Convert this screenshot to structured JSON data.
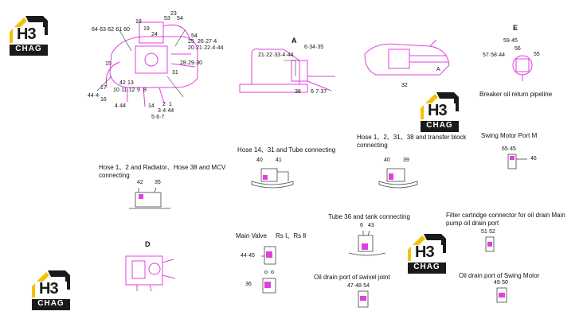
{
  "logo": {
    "top": "H3",
    "bottom": "CHAG"
  },
  "captions": {
    "breaker": "Breaker oil return pipeline",
    "hose1_2_31_38": "Hose 1、2、31、38 and transfer block connecting",
    "swing_motor_port_m": "Swing Motor Port M",
    "hose14_31": "Hose 14、31 and Tube connecting",
    "hose_radiator": "Hose 1、2 and Radiator、Hose 38 and MCV connecting",
    "tube36": "Tube 36 and tank connecting",
    "filter": "Filter cartridge connector for oil drain Main pump oil drain port",
    "main_valve": "Main Valve",
    "rs": "Rs Ⅰ、Rs Ⅱ",
    "oil_drain_swivel": "Oil drain port of swivel joint",
    "oil_drain_swing": "Oil drain port of Swing Motor"
  },
  "view_letters": {
    "a1": "A",
    "a2": "A",
    "e": "E",
    "d": "D"
  },
  "callouts_main": [
    "23",
    "53",
    "54",
    "18",
    "64·63·62·61 60",
    "19",
    "24",
    "54",
    "25",
    "26·27·4",
    "20·21·22·4·44",
    "28·29·30",
    "15",
    "31",
    "42",
    "13",
    "17",
    "10·11·12",
    "9",
    "8",
    "44·4",
    "16",
    "4·44",
    "14",
    "2",
    "1",
    "3·4·44",
    "5·6·7"
  ],
  "callouts_top_mid": [
    "6·34·35",
    "21·22·33·4·44",
    "38",
    "6·7·37",
    "32"
  ],
  "callouts_e": [
    "59·45",
    "56",
    "57·58·44",
    "55"
  ],
  "callouts_details": {
    "d1": [
      "40",
      "41"
    ],
    "d2": [
      "40",
      "39"
    ],
    "d3": [
      "65·45",
      "46"
    ],
    "d4": [
      "42",
      "35"
    ],
    "d5": [
      "6",
      "43"
    ],
    "d6": [
      "51·52"
    ],
    "d7": [
      "44·45"
    ],
    "d8": [
      "36"
    ],
    "d9": [
      "47·48·54"
    ],
    "d10": [
      "49·50"
    ]
  },
  "colors": {
    "magenta": "#e040e0",
    "logo_yellow": "#f2c200",
    "logo_dark": "#1a1a1a"
  }
}
